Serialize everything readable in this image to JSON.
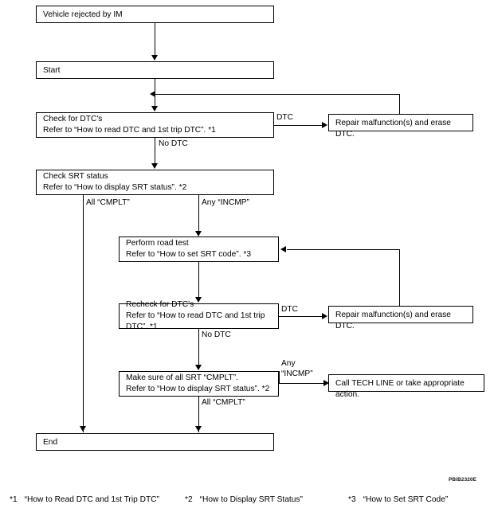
{
  "figure": {
    "code": "PBIB2320E",
    "type": "flowchart",
    "title": "SRT / DTC inspection flow"
  },
  "nodes": {
    "vehicle_rejected": {
      "text": "Vehicle rejected by IM"
    },
    "start": {
      "text": "Start"
    },
    "check_dtc": {
      "line1": "Check for DTC's",
      "line2": "Refer to “How to read DTC and 1st trip DTC”. *1"
    },
    "repair_1": {
      "text": "Repair malfunction(s) and erase DTC."
    },
    "check_srt": {
      "line1": "Check SRT status",
      "line2": "Refer to “How to display SRT status”. *2"
    },
    "road_test": {
      "line1": "Perform road test",
      "line2": "Refer to “How to set SRT code”. *3"
    },
    "recheck_dtc": {
      "line1": "Recheck for DTC's",
      "line2": "Refer to “How to read DTC and 1st trip DTC”. *1"
    },
    "repair_2": {
      "text": "Repair malfunction(s) and erase DTC."
    },
    "make_sure_srt": {
      "line1": "Make sure of all SRT “CMPLT”.",
      "line2": "Refer to “How to display SRT status”. *2"
    },
    "tech_line": {
      "text": "Call TECH LINE or take appropriate action."
    },
    "end": {
      "text": "End"
    }
  },
  "edge_labels": {
    "dtc_1": "DTC",
    "no_dtc_1": "No DTC",
    "all_cmplt_1": "All “CMPLT”",
    "any_incmp_1": "Any “INCMP”",
    "dtc_2": "DTC",
    "no_dtc_2": "No DTC",
    "any_incmp_2": "Any\n“INCMP”",
    "all_cmplt_2": "All “CMPLT”"
  },
  "footnotes": [
    {
      "mark": "*1",
      "text": "“How to Read DTC and 1st Trip DTC”"
    },
    {
      "mark": "*2",
      "text": "“How to Display SRT Status”"
    },
    {
      "mark": "*3",
      "text": "“How to Set SRT Code”"
    }
  ],
  "colors": {
    "stroke": "#000000",
    "background": "#ffffff",
    "text": "#000000"
  }
}
